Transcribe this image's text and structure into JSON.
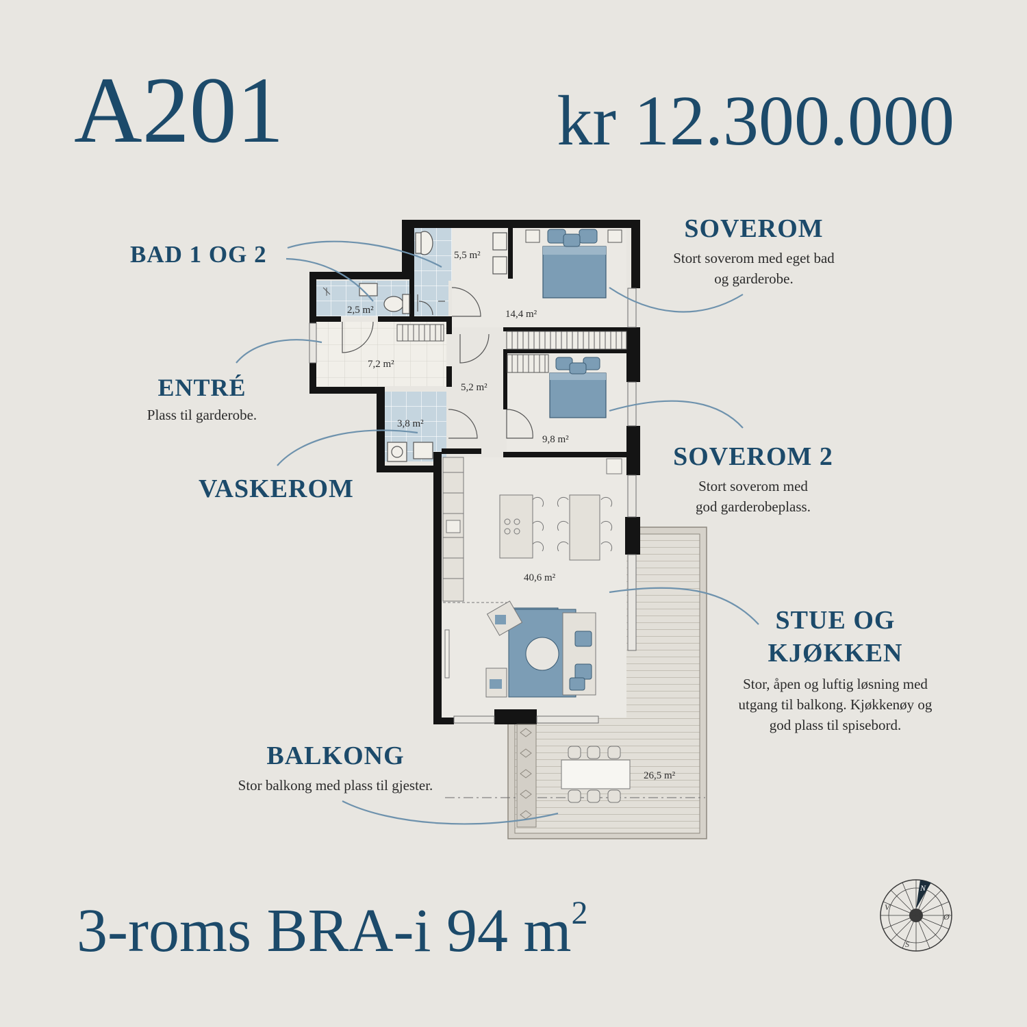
{
  "unit_title": "A201",
  "price": "kr 12.300.000",
  "summary": {
    "main": "3-roms BRA-i 94 m",
    "sup": "2"
  },
  "colors": {
    "accent": "#1c4a6a",
    "bath_tile": "#c5d5df",
    "wall": "#141414",
    "furniture_blue": "#7c9db5",
    "background": "#e8e6e1"
  },
  "callouts": {
    "bad": {
      "heading": "BAD 1 OG 2"
    },
    "soverom": {
      "heading": "SOVEROM",
      "lines": [
        "Stort soverom med eget bad",
        "og garderobe."
      ]
    },
    "entre": {
      "heading": "ENTRÉ",
      "lines": [
        "Plass til garderobe."
      ]
    },
    "soverom2": {
      "heading": "SOVEROM 2",
      "lines": [
        "Stort soverom med",
        "god garderobeplass."
      ]
    },
    "vaskerom": {
      "heading": "VASKEROM"
    },
    "stue": {
      "heading_lines": [
        "STUE OG",
        "KJØKKEN"
      ],
      "lines": [
        "Stor, åpen og luftig løsning med",
        "utgang til balkong. Kjøkkenøy og",
        "god plass til spisebord."
      ]
    },
    "balkong": {
      "heading": "BALKONG",
      "lines": [
        "Stor balkong med plass til gjester."
      ]
    }
  },
  "rooms": {
    "bath1": "5,5 m²",
    "bath2": "2,5 m²",
    "bedroom1": "14,4 m²",
    "entry": "7,2 m²",
    "hall": "5,2 m²",
    "laundry": "3,8 m²",
    "bedroom2": "9,8 m²",
    "living": "40,6 m²",
    "balcony": "26,5 m²"
  },
  "compass": {
    "n": "N",
    "o": "Ø",
    "s": "S",
    "v": "V"
  }
}
